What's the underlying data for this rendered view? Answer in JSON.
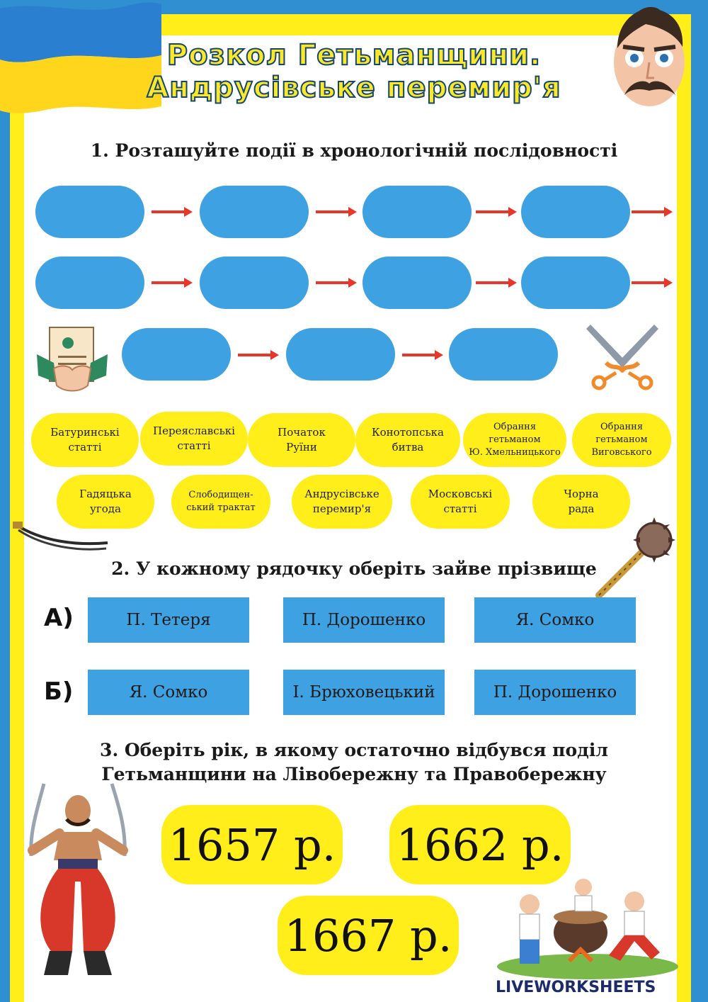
{
  "title": {
    "line1": "Розкол Гетьманщини.",
    "line2": "Андрусівське перемир'я"
  },
  "task1": {
    "heading": "1.  Розташуйте події в хронологічній послідовності",
    "events": [
      [
        "Батуринські",
        "статті"
      ],
      [
        "Переяславські",
        "статті"
      ],
      [
        "Початок",
        "Руїни"
      ],
      [
        "Конотопська",
        "битва"
      ],
      [
        "Обрання",
        "гетьманом",
        "Ю. Хмельницького"
      ],
      [
        "Обрання",
        "гетьманом",
        "Виговського"
      ],
      [
        "Гадяцька",
        "угода"
      ],
      [
        "Слободищен-",
        "ський трактат"
      ],
      [
        "Андрусівське",
        "перемир'я"
      ],
      [
        "Московські",
        "статті"
      ],
      [
        "Чорна",
        "рада"
      ]
    ]
  },
  "task2": {
    "heading": "2. У кожному рядочку оберіть зайве прізвище",
    "rows": [
      {
        "label": "А)",
        "names": [
          "П. Тетеря",
          "П. Дорошенко",
          "Я. Сомко"
        ]
      },
      {
        "label": "Б)",
        "names": [
          "Я. Сомко",
          "І. Брюховецький",
          "П. Дорошенко"
        ]
      }
    ]
  },
  "task3": {
    "heading_line1": "3. Оберіть рік, в якому остаточно відбувся поділ",
    "heading_line2": "Гетьманщини   на Лівобережну та Правобережну",
    "years": [
      "1657 р.",
      "1662 р.",
      "1667 р."
    ]
  },
  "watermark": "LIVEWORKSHEETS",
  "colors": {
    "slot": "#3ea1e2",
    "pill": "#ffee1a",
    "frame": "#ffee1a",
    "background": "#2f8fd0",
    "arrow": "#e8362a"
  },
  "icons": [
    "ukraine-flag-icon",
    "cossack-face-icon",
    "agreement-handshake-icon",
    "crossed-swords-icon",
    "saber-icon",
    "mace-icon",
    "cossack-warrior-icon",
    "dancing-cossacks-icon"
  ]
}
